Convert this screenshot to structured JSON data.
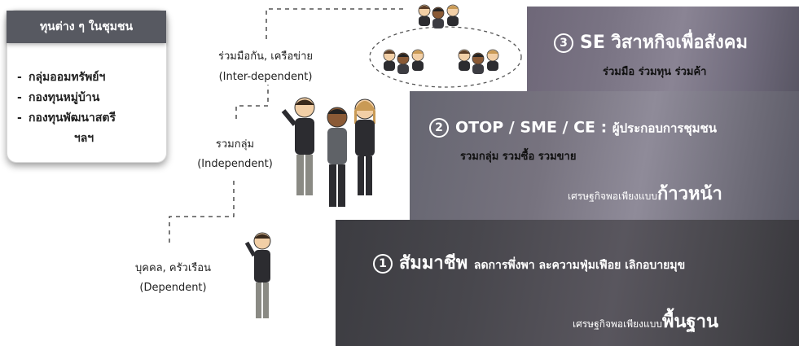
{
  "card": {
    "title": "ทุนต่าง ๆ ในชุมชน",
    "items": [
      {
        "dash": "-",
        "text": "กลุ่มออมทรัพย์ฯ"
      },
      {
        "dash": "-",
        "text": "กองทุนหมู่บ้าน"
      },
      {
        "dash": "-",
        "text": "กองทุนพัฒนาสตรี"
      }
    ],
    "items_cont": "ฯลฯ"
  },
  "levels": {
    "dependent": {
      "thai": "บุคคล, ครัวเรือน",
      "en": "(Dependent)"
    },
    "independent": {
      "thai": "รวมกลุ่ม",
      "en": "(Independent)"
    },
    "interdependent": {
      "thai": "ร่วมมือกัน, เครือข่าย",
      "en": "(Inter-dependent)"
    }
  },
  "step3": {
    "num": "3",
    "title": "SE วิสาหกิจเพื่อสังคม",
    "sub": "ร่วมมือ ร่วมทุน ร่วมค้า"
  },
  "step2": {
    "num": "2",
    "title_main": "OTOP / SME / CE :",
    "title_small": "ผู้ประกอบการชุมชน",
    "sub": "รวมกลุ่ม รวมซื้อ รวมขาย",
    "eco_prefix": "เศรษฐกิจพอเพียงแบบ",
    "eco_big": "ก้าวหน้า"
  },
  "step1": {
    "num": "1",
    "title_main": "สัมมาชีพ",
    "title_small": "ลดการพึ่งพา ละความฟุ่มเฟือย เลิกอบายมุข",
    "eco_prefix": "เศรษฐกิจพอเพียงแบบ",
    "eco_big": "พื้นฐาน"
  },
  "colors": {
    "card_header": "#575961",
    "step1": "#48474d",
    "step2": "#77737f",
    "step3": "#7a7484"
  }
}
